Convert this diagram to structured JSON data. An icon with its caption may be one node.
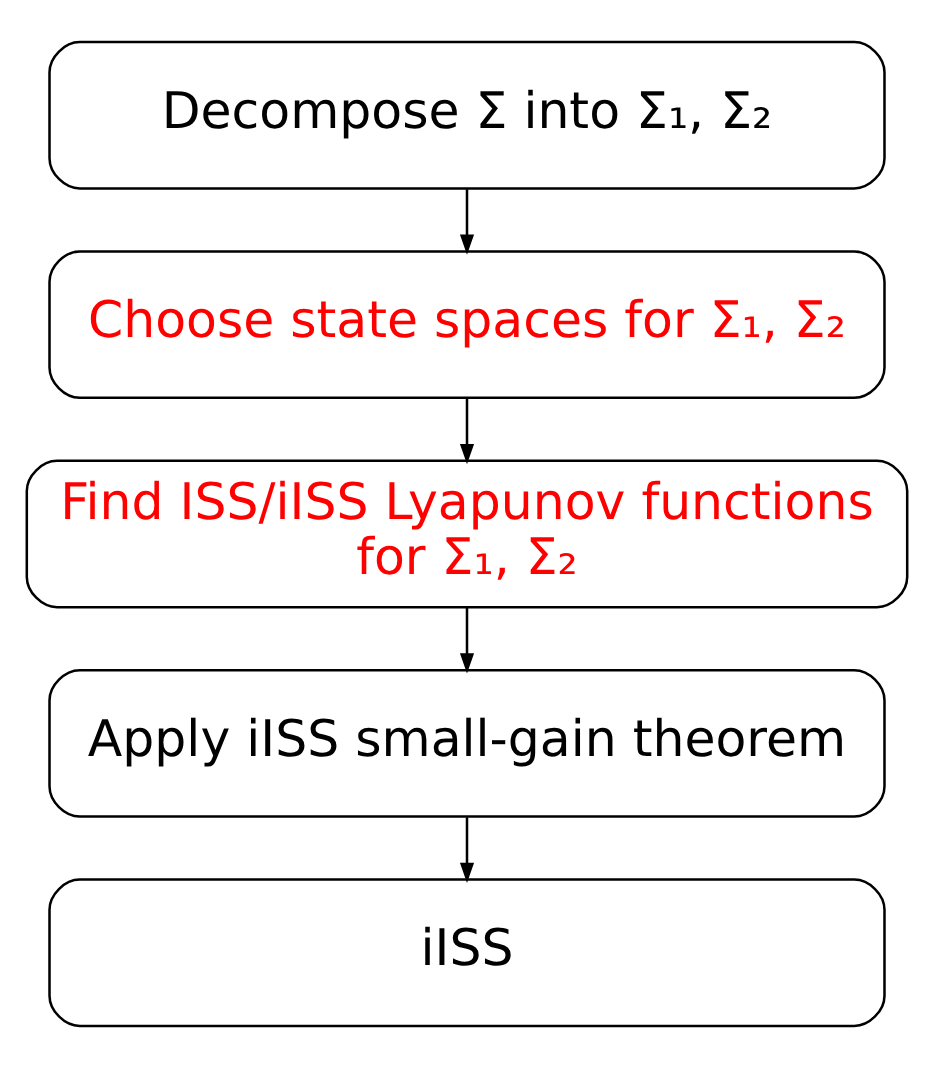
{
  "diagram": {
    "nodes": [
      {
        "text": [
          "Decompose Σ into Σ₁, Σ₂"
        ]
      },
      {
        "text": [
          "Choose state spaces for Σ₁, Σ₂"
        ]
      },
      {
        "text": [
          "Find ISS/iISS Lyapunov functions for Σ₁, Σ₂"
        ]
      },
      {
        "text": [
          "Apply iISS small-gain theorem"
        ]
      },
      {
        "text": [
          "iISS"
        ]
      }
    ],
    "edges": [
      {
        "from": 0,
        "to": 1,
        "arrow": "to"
      },
      {
        "from": 1,
        "to": 2,
        "arrow": "to"
      },
      {
        "from": 2,
        "to": 3,
        "arrow": "to"
      },
      {
        "from": 3,
        "to": 4,
        "arrow": "to"
      }
    ]
  }
}
